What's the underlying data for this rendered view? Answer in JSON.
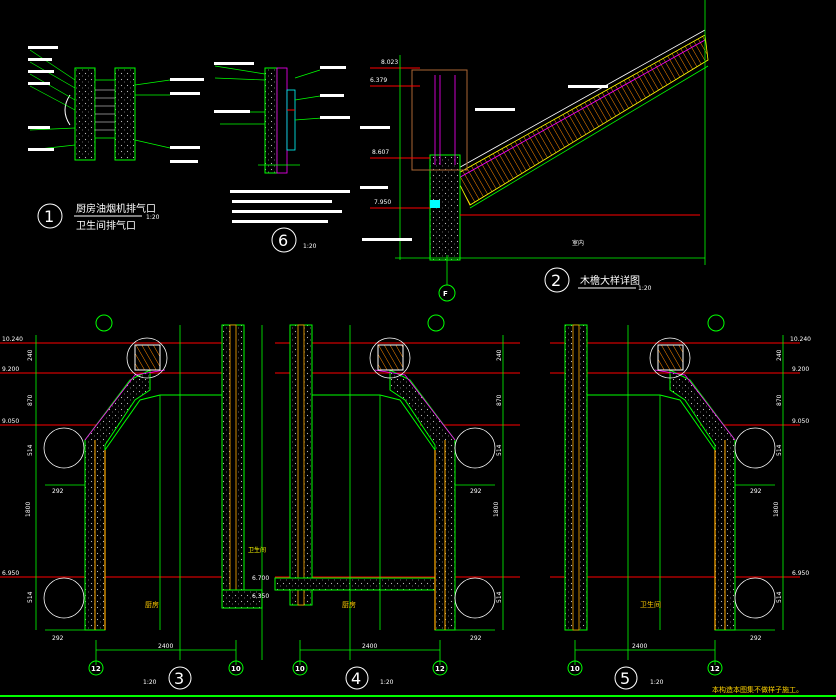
{
  "details": {
    "d1": {
      "number": "1",
      "title_line1": "厨房油烟机排气口",
      "title_line2": "卫生间排气口",
      "scale": "1:20"
    },
    "d6": {
      "number": "6",
      "scale": "1:20"
    },
    "d2": {
      "number": "2",
      "title": "木檐大样详图",
      "scale": "1:20",
      "room": "室内"
    },
    "d3": {
      "number": "3",
      "scale": "1:20",
      "room": "厨房"
    },
    "d4": {
      "number": "4",
      "scale": "1:20",
      "room": "厨房"
    },
    "d5": {
      "number": "5",
      "scale": "1:20",
      "room": "卫生间"
    }
  },
  "levels": {
    "l8023": "8.023",
    "l6379": "6.379",
    "l8607": "8.607",
    "l7950": "7.950",
    "l10240": "10.240",
    "l9200": "9.200",
    "l9050": "9.050",
    "l6950": "6.950",
    "l6700": "6.700",
    "l6350": "6.350"
  },
  "dims": {
    "d240": "240",
    "d870": "870",
    "d514": "514",
    "d1800": "1800",
    "d292": "292",
    "d2400": "2400"
  },
  "axes": {
    "a12": "12",
    "a10": "10",
    "aF": "F"
  },
  "d2_room": "室内",
  "bath_label_d3": "卫生间",
  "footer_note": "本构造本图集不做样子施工。",
  "colors": {
    "bg": "#000000",
    "wall": "#00ff00",
    "level": "#ff0000",
    "hatch": "#ffaa00",
    "insul": "#ff00ff"
  }
}
